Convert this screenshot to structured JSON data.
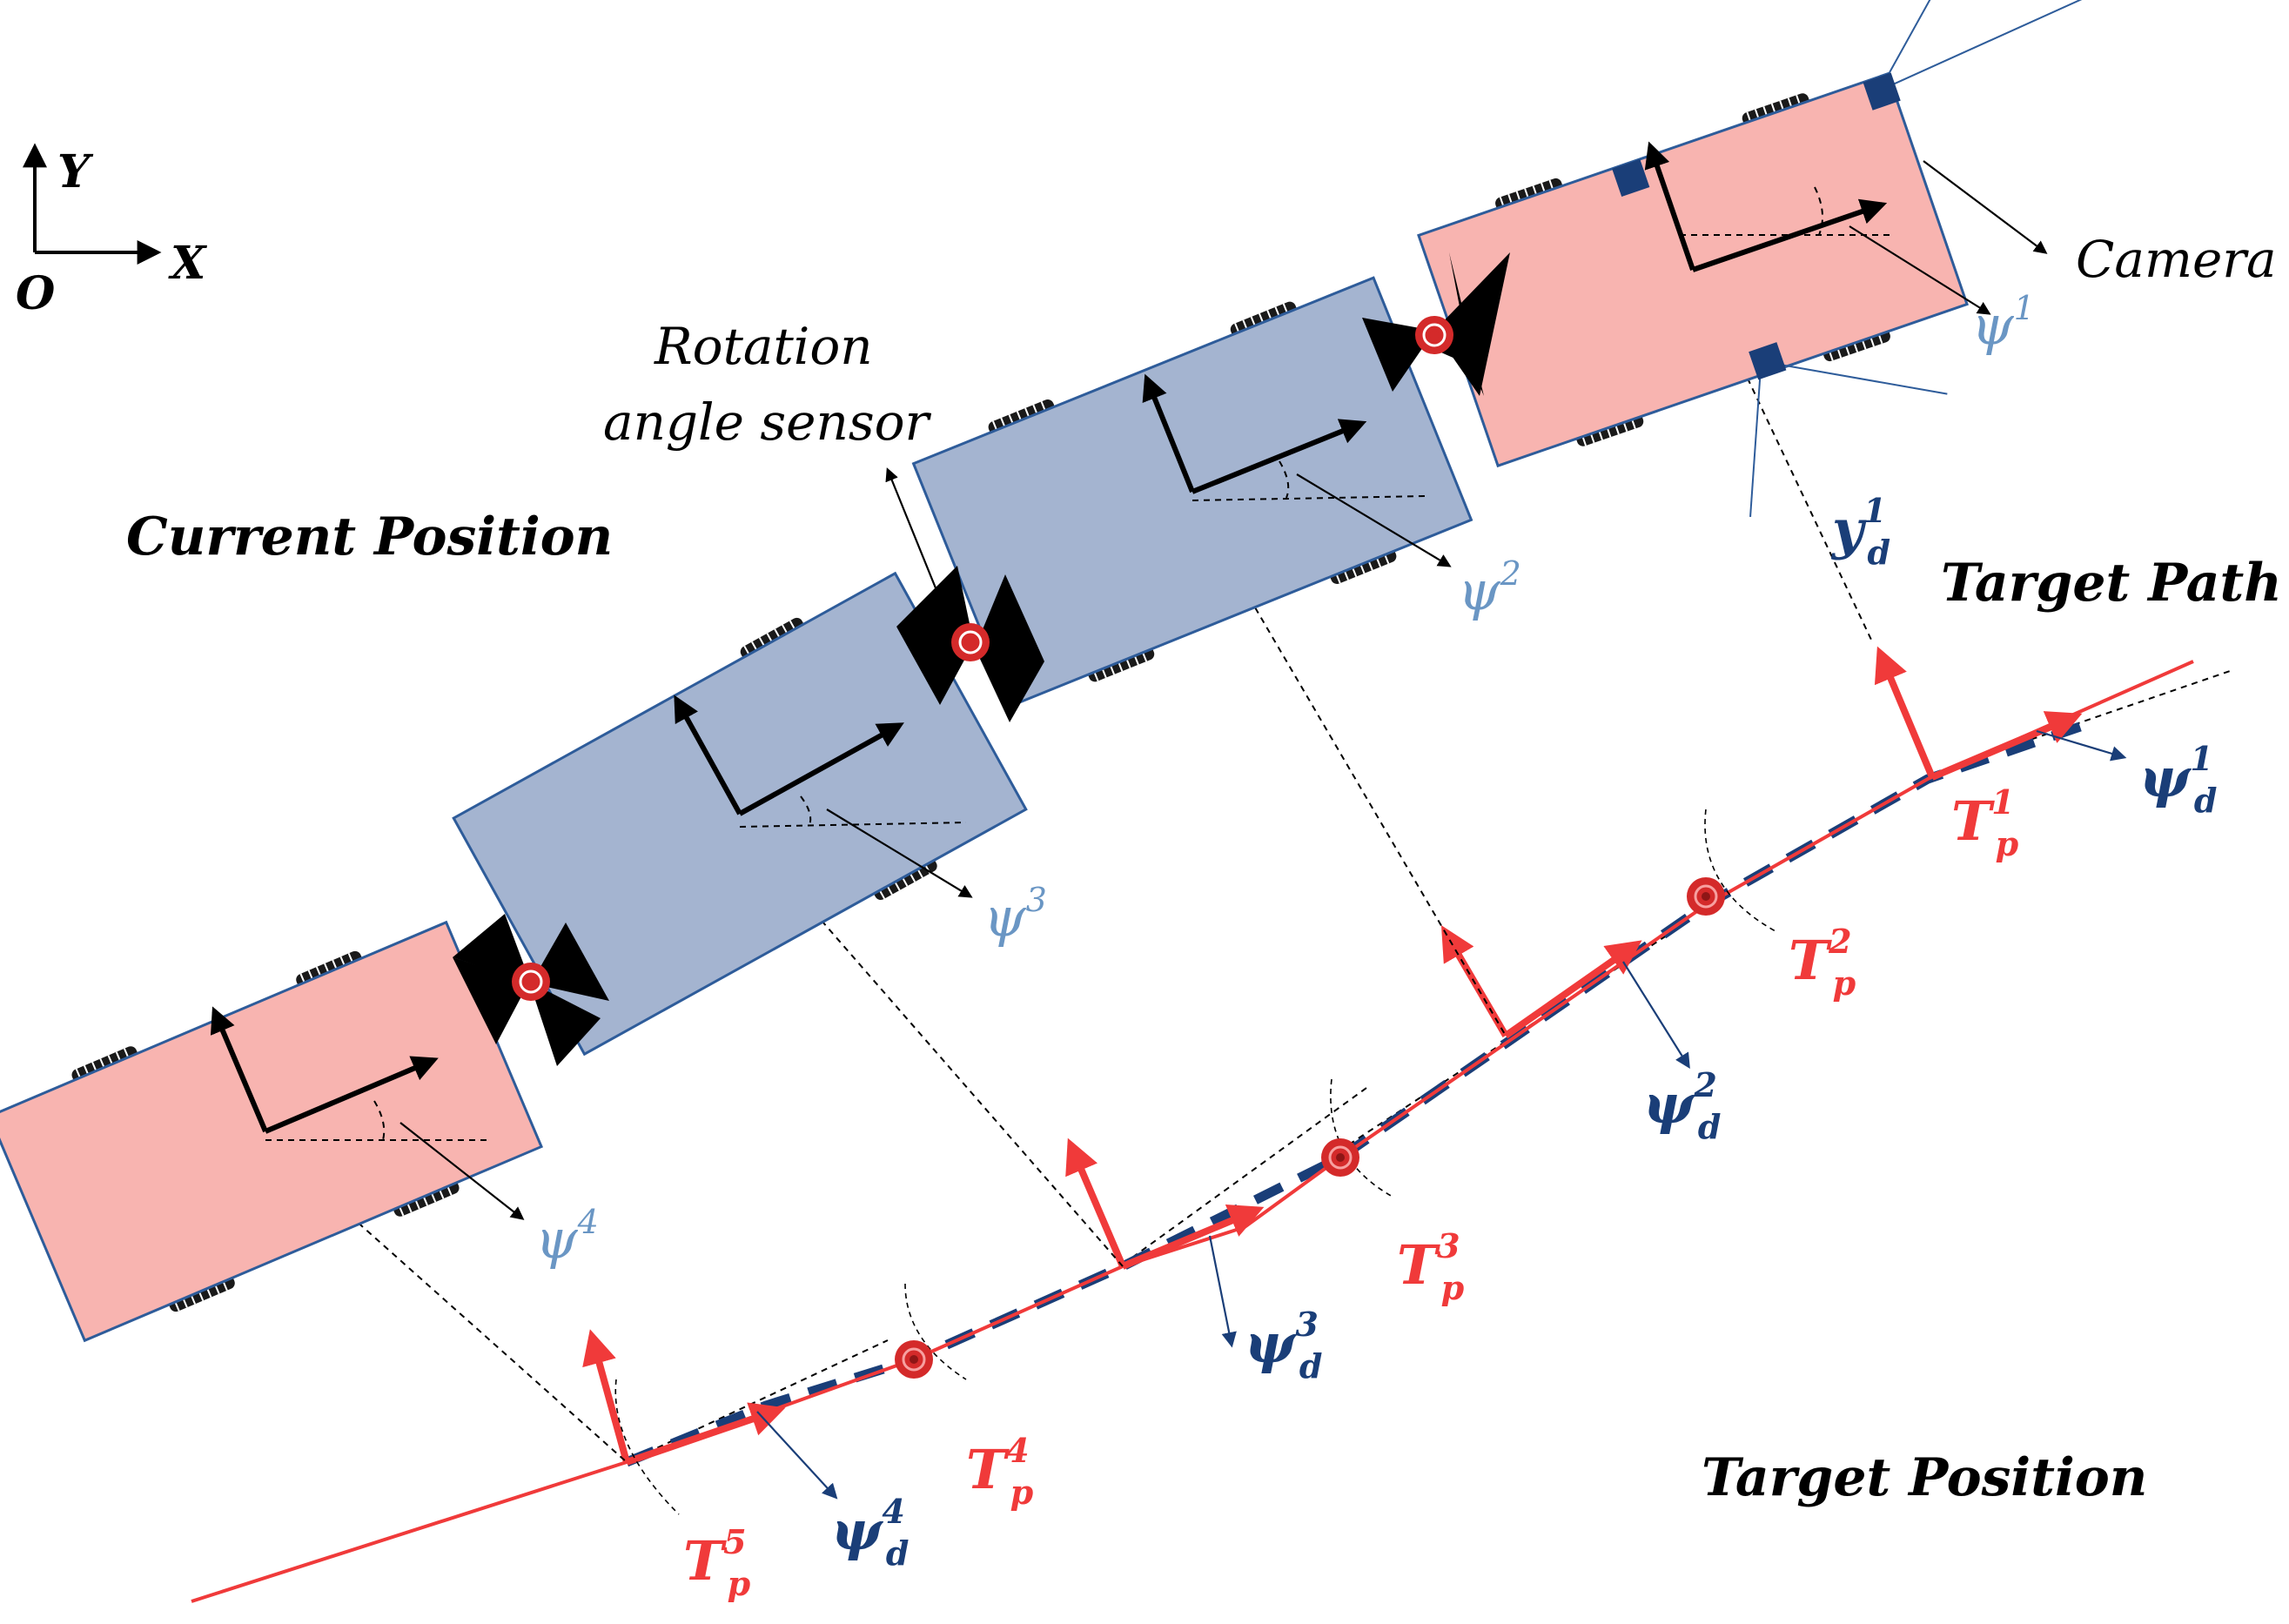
{
  "axes": {
    "y": "Y",
    "x": "X",
    "origin": "O"
  },
  "labels": {
    "current_position": "Current Position",
    "target_path": "Target Path",
    "target_position": "Target Position",
    "rotation_sensor_line1": "Rotation",
    "rotation_sensor_line2": "angle sensor",
    "camera": "Camera"
  },
  "psi": [
    {
      "base": "ψ",
      "sup": "1"
    },
    {
      "base": "ψ",
      "sup": "2"
    },
    {
      "base": "ψ",
      "sup": "3"
    },
    {
      "base": "ψ",
      "sup": "4"
    }
  ],
  "psi_d": [
    {
      "base": "ψ",
      "sup": "1",
      "sub": "d"
    },
    {
      "base": "ψ",
      "sup": "2",
      "sub": "d"
    },
    {
      "base": "ψ",
      "sup": "3",
      "sub": "d"
    },
    {
      "base": "ψ",
      "sup": "4",
      "sub": "d"
    }
  ],
  "y_d": {
    "base": "y",
    "sup": "1",
    "sub": "d"
  },
  "tp": [
    {
      "base": "T",
      "sup": "1",
      "sub": "p"
    },
    {
      "base": "T",
      "sup": "2",
      "sub": "p"
    },
    {
      "base": "T",
      "sup": "3",
      "sub": "p"
    },
    {
      "base": "T",
      "sup": "4",
      "sub": "p"
    },
    {
      "base": "T",
      "sup": "5",
      "sub": "p"
    }
  ],
  "colors": {
    "pink_car": "#f8b4b0",
    "blue_car": "#a4b4d0",
    "car_border": "#2e5c9a",
    "path_red": "#f03a3a",
    "path_navy": "#1a3e78",
    "label_lightblue": "#6a96c4",
    "label_navy": "#1a3e78",
    "label_red": "#f03a3a",
    "joint_red": "#d42a2a"
  }
}
